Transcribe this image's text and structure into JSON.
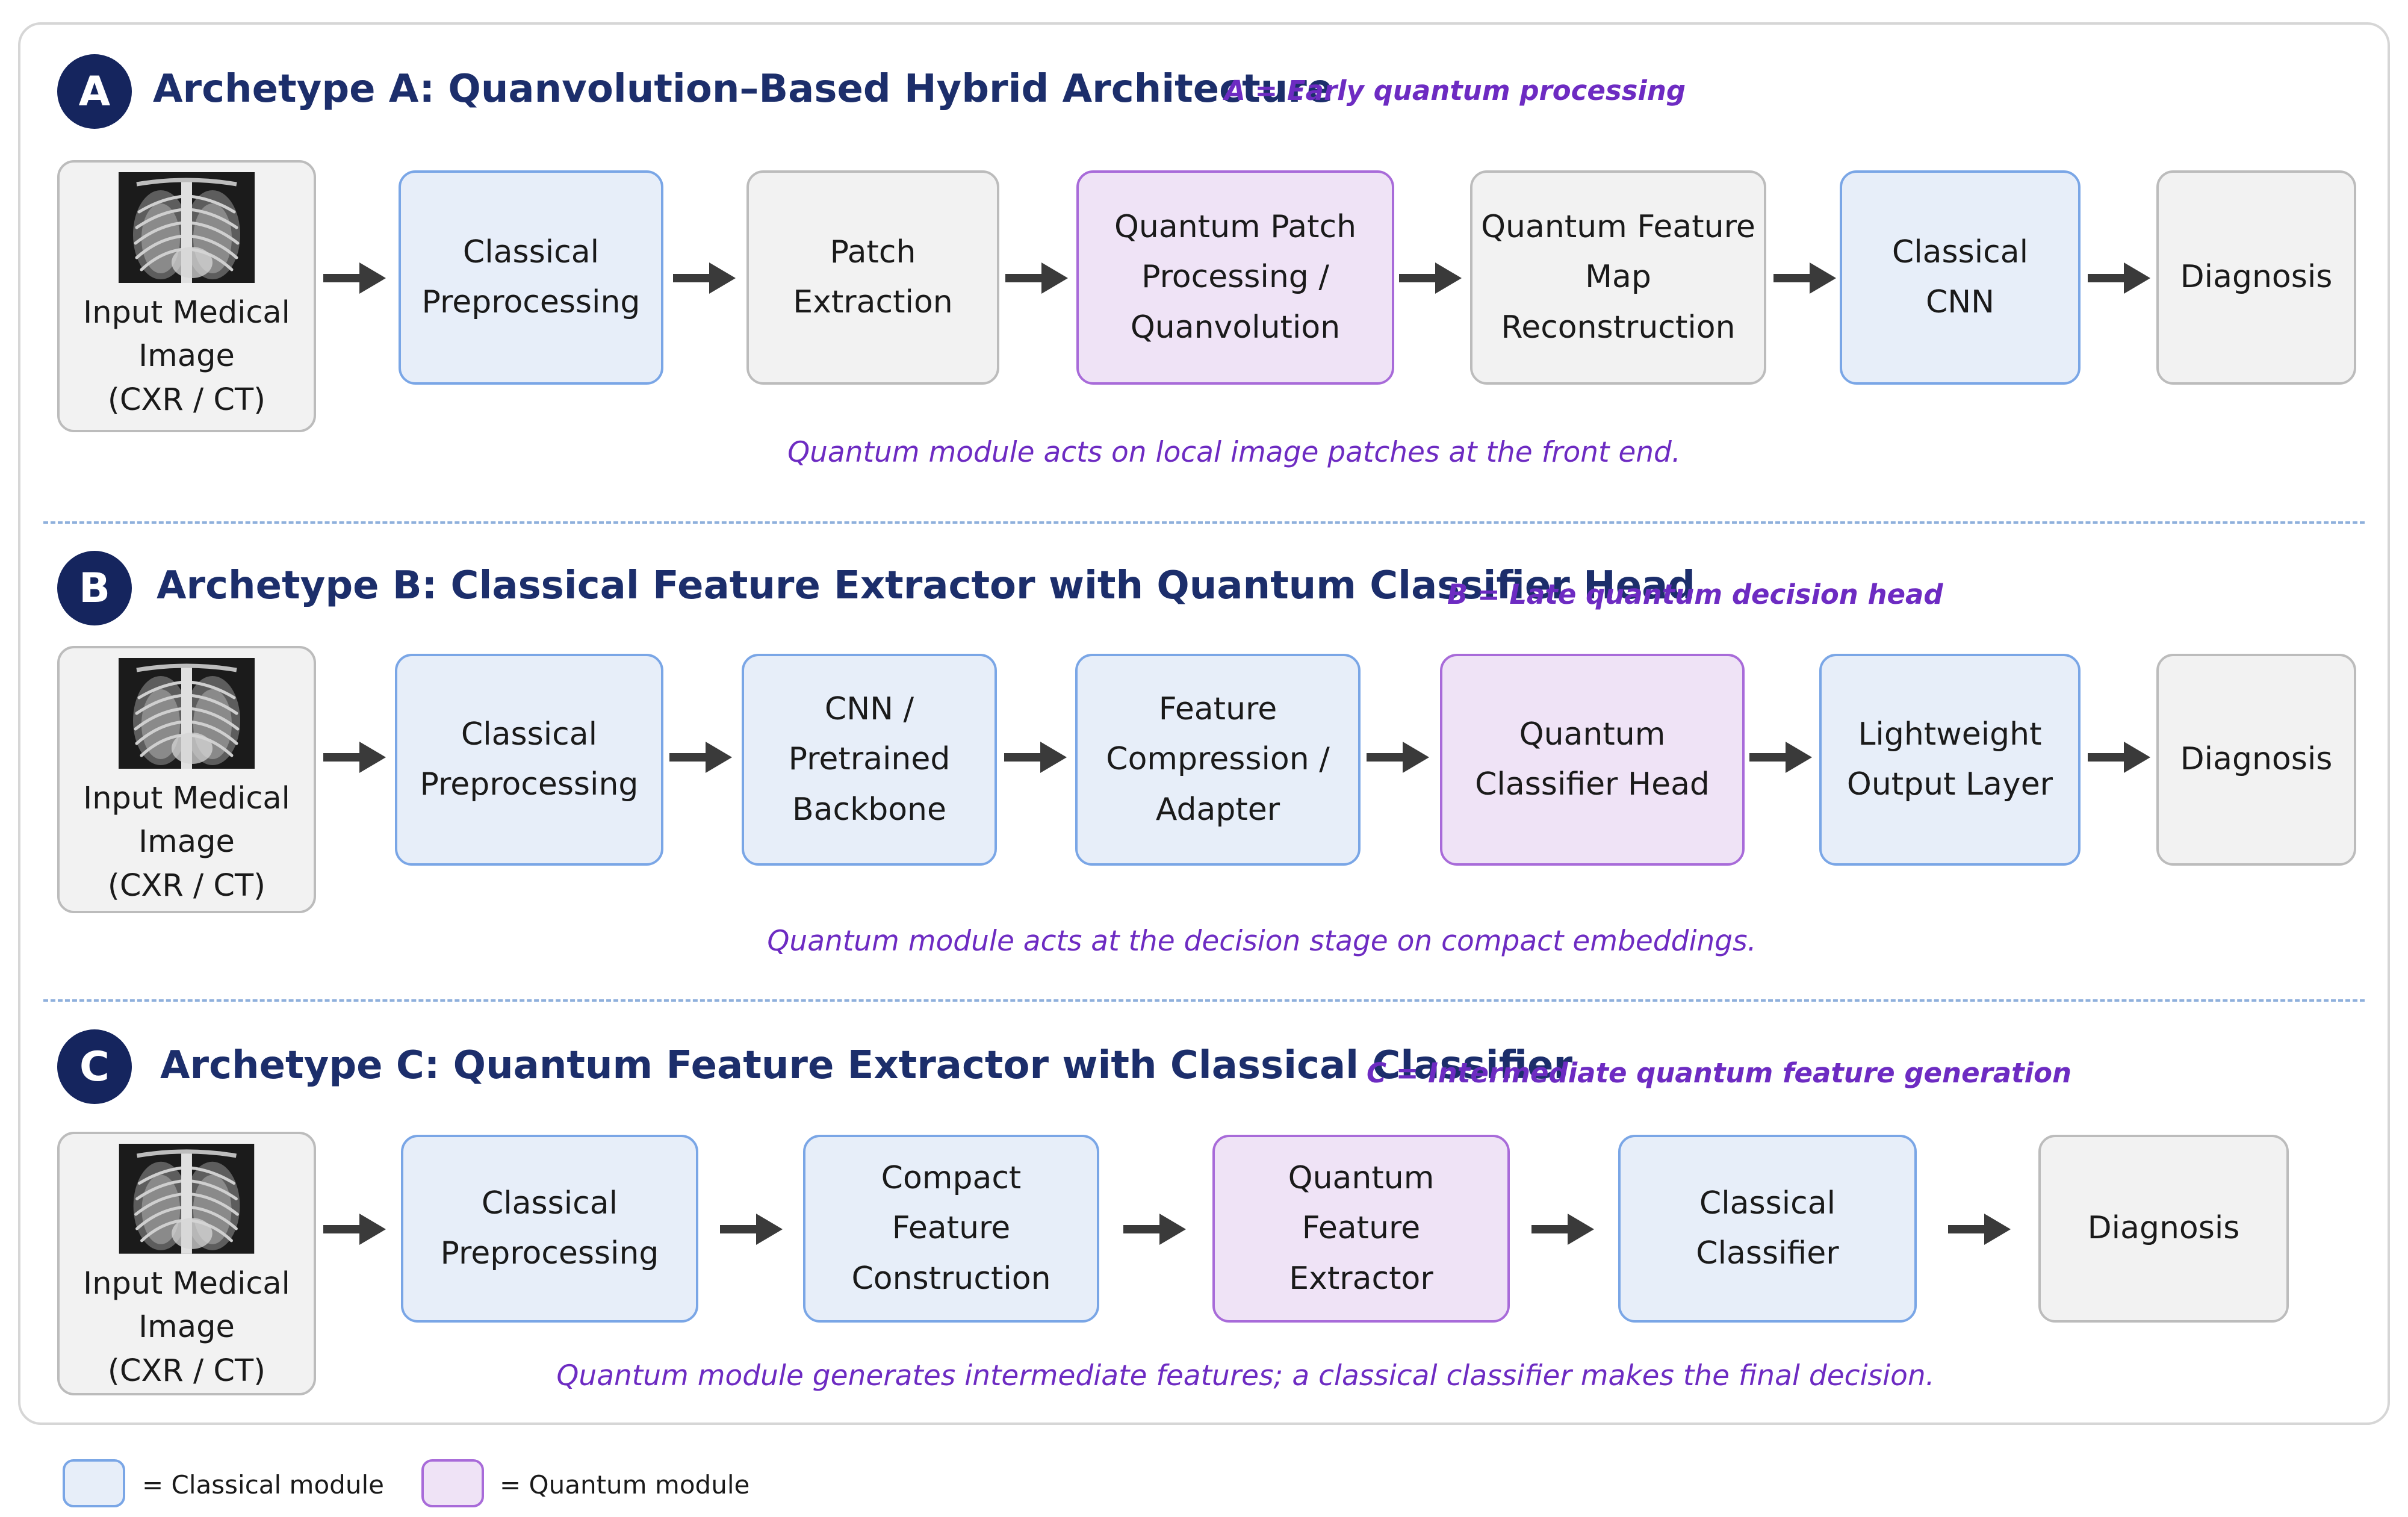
{
  "colors": {
    "classical_fill": "#e7eef9",
    "classical_border": "#7aa6e6",
    "quantum_fill": "#efe3f6",
    "quantum_border": "#a86bd9",
    "neutral_fill": "#f2f2f2",
    "neutral_border": "#bcbcbc",
    "title": "#1c2e6b",
    "accent_note": "#6d2bc2",
    "badge": "#15255e"
  },
  "icons": {
    "input_image": "chest-xray-icon",
    "connector": "arrow-right-icon"
  },
  "archetypes": [
    {
      "badge": "A",
      "title": "Archetype A: Quanvolution–Based Hybrid Architecture",
      "note": "A = Early quantum processing",
      "caption": "Quantum module acts on local image patches at the front end.",
      "boxes": [
        {
          "label": "Input Medical\nImage\n(CXR / CT)",
          "kind": "input"
        },
        {
          "label": "Classical\nPreprocessing",
          "kind": "classical"
        },
        {
          "label": "Patch\nExtraction",
          "kind": "neutral"
        },
        {
          "label": "Quantum Patch\nProcessing /\nQuanvolution",
          "kind": "quantum"
        },
        {
          "label": "Quantum Feature\nMap\nReconstruction",
          "kind": "neutral"
        },
        {
          "label": "Classical\nCNN",
          "kind": "classical"
        },
        {
          "label": "Diagnosis",
          "kind": "neutral"
        }
      ]
    },
    {
      "badge": "B",
      "title": "Archetype B: Classical Feature Extractor with Quantum Classifier Head",
      "note": "B = Late quantum decision head",
      "caption": "Quantum module acts at the decision stage on compact embeddings.",
      "boxes": [
        {
          "label": "Input Medical\nImage\n(CXR / CT)",
          "kind": "input"
        },
        {
          "label": "Classical\nPreprocessing",
          "kind": "classical"
        },
        {
          "label": "CNN /\nPretrained\nBackbone",
          "kind": "classical"
        },
        {
          "label": "Feature\nCompression /\nAdapter",
          "kind": "classical"
        },
        {
          "label": "Quantum\nClassifier Head",
          "kind": "quantum"
        },
        {
          "label": "Lightweight\nOutput Layer",
          "kind": "classical"
        },
        {
          "label": "Diagnosis",
          "kind": "neutral"
        }
      ]
    },
    {
      "badge": "C",
      "title": "Archetype C: Quantum Feature Extractor with Classical Classifier",
      "note": "C = Intermediate quantum feature generation",
      "caption": "Quantum module generates intermediate features; a classical classifier makes the final decision.",
      "boxes": [
        {
          "label": "Input Medical\nImage\n(CXR / CT)",
          "kind": "input"
        },
        {
          "label": "Classical\nPreprocessing",
          "kind": "classical"
        },
        {
          "label": "Compact\nFeature\nConstruction",
          "kind": "classical"
        },
        {
          "label": "Quantum\nFeature\nExtractor",
          "kind": "quantum"
        },
        {
          "label": "Classical\nClassifier",
          "kind": "classical"
        },
        {
          "label": "Diagnosis",
          "kind": "neutral"
        }
      ]
    }
  ],
  "legend": {
    "classical": "= Classical module",
    "quantum": "= Quantum module"
  }
}
